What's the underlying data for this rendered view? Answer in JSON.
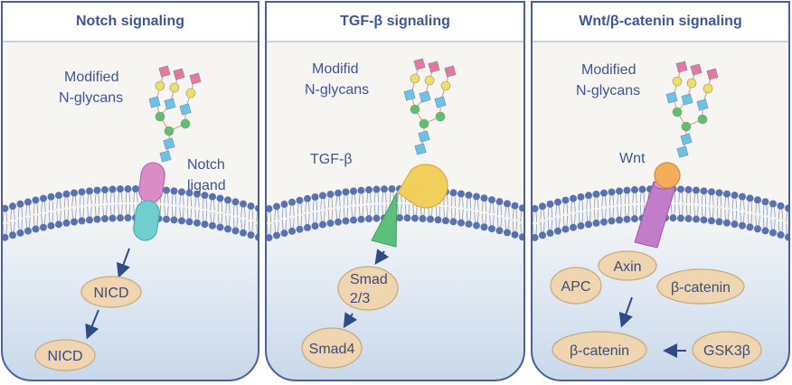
{
  "panels": [
    {
      "title": "Notch signaling",
      "glycan_label_1": "Modified",
      "glycan_label_2": "N-glycans",
      "ligand_label_1": "Notch",
      "ligand_label_2": "ligand",
      "nodes": [
        "NICD",
        "NICD"
      ]
    },
    {
      "title": "TGF-β signaling",
      "glycan_label_1": "Modifid",
      "glycan_label_2": "N-glycans",
      "ligand_label": "TGF-β",
      "nodes": [
        "Smad",
        "2/3",
        "Smad4"
      ]
    },
    {
      "title": "Wnt/β-catenin signaling",
      "glycan_label_1": "Modified",
      "glycan_label_2": "N-glycans",
      "ligand_label": "Wnt",
      "nodes": [
        "Axin",
        "APC",
        "β-catenin",
        "β-catenin",
        "GSK3β"
      ]
    }
  ],
  "colors": {
    "border": "#4a5f9c",
    "title": "#3c5696",
    "membrane_head": "#5872b0",
    "node_fill": "#efd6b0",
    "node_stroke": "#c9a77c",
    "glycan_pink": "#e27a9c",
    "glycan_yellow": "#f0dc6a",
    "glycan_blue": "#6cc2e6",
    "glycan_green": "#5fbe72",
    "notch_pink": "#d98cc6",
    "notch_teal": "#6fcfcf",
    "tgf_yellow": "#f2cf5c",
    "tgf_green": "#5cbf7c",
    "wnt_orange": "#f2ae5a",
    "wnt_purple": "#c27dca",
    "arrow": "#2f4a8a"
  }
}
